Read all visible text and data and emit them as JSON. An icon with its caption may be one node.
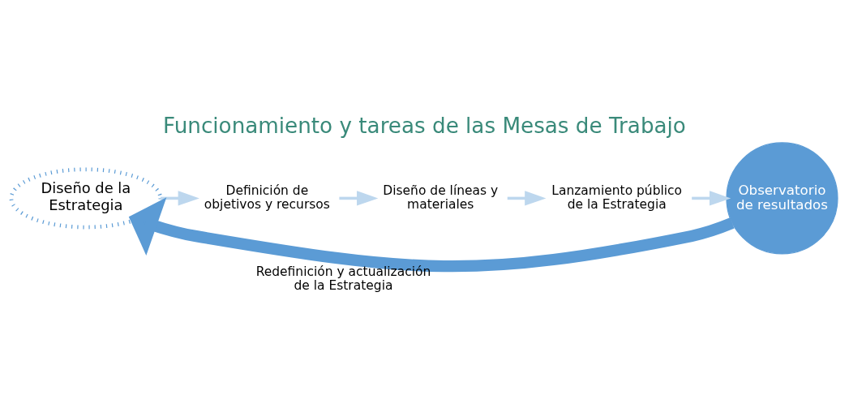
{
  "diagram": {
    "title": "Funcionamiento y tareas de las Mesas de Trabajo",
    "nodes": [
      {
        "text": [
          "Diseño de la Estrategia"
        ]
      },
      {
        "text": [
          "Definición de objetivos y recursos"
        ]
      },
      {
        "text": [
          "Diseño de líneas y materiales"
        ]
      },
      {
        "text": [
          "Lanzamiento público de la Estrategia"
        ]
      },
      {
        "text": [
          "Observatorio de resultados"
        ]
      }
    ],
    "edges": [
      {
        "from": 0,
        "to": 1,
        "arrow": "to",
        "color": "#bdd7ee"
      },
      {
        "from": 1,
        "to": 2,
        "arrow": "to",
        "color": "#bdd7ee"
      },
      {
        "from": 2,
        "to": 3,
        "arrow": "to",
        "color": "#bdd7ee"
      },
      {
        "from": 3,
        "to": 4,
        "arrow": "to",
        "color": "#bdd7ee"
      },
      {
        "from": 4,
        "to": 0,
        "arrow": "to",
        "label": "Redefinición y actualización de la Estrategia",
        "style": "thick",
        "color": "#5b9bd5"
      }
    ]
  }
}
